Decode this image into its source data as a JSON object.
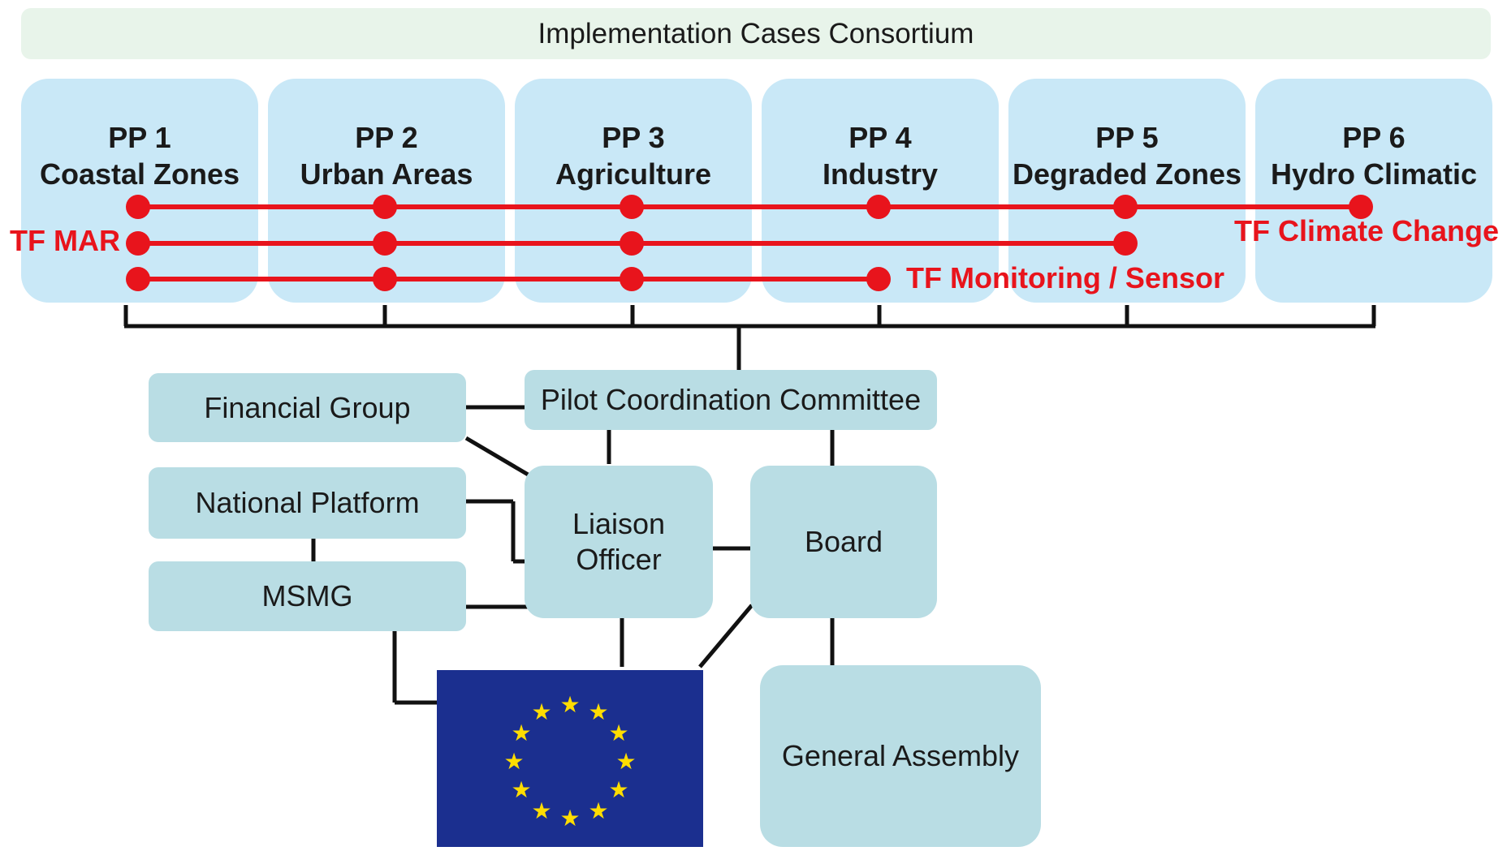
{
  "header": {
    "title": "Implementation Cases Consortium"
  },
  "pilot_projects": [
    {
      "code": "PP 1",
      "name": "Coastal Zones"
    },
    {
      "code": "PP 2",
      "name": "Urban Areas"
    },
    {
      "code": "PP 3",
      "name": "Agriculture"
    },
    {
      "code": "PP 4",
      "name": "Industry"
    },
    {
      "code": "PP 5",
      "name": "Degraded Zones"
    },
    {
      "code": "PP 6",
      "name": "Hydro Climatic"
    }
  ],
  "task_forces": [
    {
      "label": "TF Climate Change",
      "members": [
        "PP 1",
        "PP 2",
        "PP 3",
        "PP 4",
        "PP 5",
        "PP 6"
      ]
    },
    {
      "label": "TF MAR",
      "members": [
        "PP 1",
        "PP 2",
        "PP 3",
        "PP 5"
      ]
    },
    {
      "label": "TF Monitoring / Sensor",
      "members": [
        "PP 1",
        "PP 2",
        "PP 3",
        "PP 4"
      ]
    }
  ],
  "bodies": {
    "pilot_coordination": "Pilot Coordination Committee",
    "financial_group": "Financial Group",
    "national_platform": "National Platform",
    "msmg": "MSMG",
    "liaison_officer_line1": "Liaison",
    "liaison_officer_line2": "Officer",
    "board": "Board",
    "general_assembly": "General Assembly"
  },
  "colors": {
    "task_force_line": "#e8141c",
    "pp_box": "#c9e8f7",
    "org_box": "#b9dde4",
    "header_box": "#e8f4ea",
    "eu_blue": "#1b2f8f",
    "eu_star": "#ffdd00"
  },
  "icons": {
    "eu_flag": "eu-flag-icon"
  }
}
